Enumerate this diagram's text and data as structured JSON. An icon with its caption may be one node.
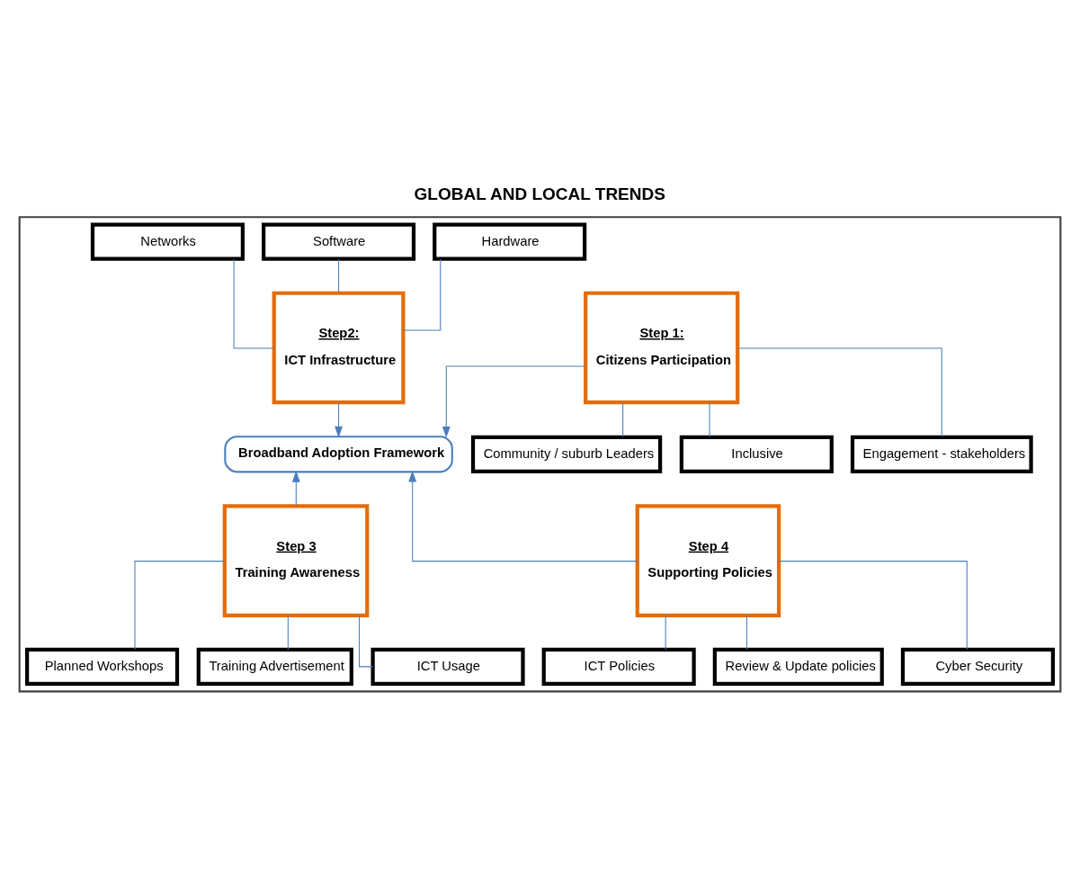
{
  "diagram": {
    "title": "GLOBAL AND LOCAL TRENDS",
    "nodes": [
      {
        "text": [],
        "shape": "box"
      },
      {
        "text": [
          "Step 1:",
          "Citizens Participation"
        ],
        "in": 0
      },
      {
        "text": [
          "Community / suburb Leaders"
        ],
        "in": 0
      },
      {
        "text": [
          "Inclusive"
        ],
        "in": 0
      },
      {
        "text": [
          "Engagement - stakeholders"
        ],
        "in": 0
      },
      {
        "text": [
          "Hardware"
        ],
        "in": 0
      },
      {
        "text": [
          "Software"
        ],
        "in": 0
      },
      {
        "text": [
          "Networks"
        ],
        "in": 0
      },
      {
        "text": [
          "Step2:",
          "ICT Infrastructure"
        ],
        "in": 0
      },
      {
        "text": [
          "Broadband Adoption Framework"
        ],
        "in": 0
      },
      {
        "text": [
          "Step 3",
          "Training Awareness"
        ],
        "in": 0
      },
      {
        "text": [
          "Planned Workshops"
        ],
        "in": 0
      },
      {
        "text": [
          "Training Advertisement"
        ],
        "in": 0
      },
      {
        "text": [
          "ICT Usage"
        ],
        "in": 0
      },
      {
        "text": [
          "ICT Policies"
        ],
        "in": 0
      },
      {
        "text": [
          "Review & Update policies"
        ],
        "in": 0
      },
      {
        "text": [
          "Cyber Security"
        ],
        "in": 0
      },
      {
        "text": [
          "Step 4",
          "Supporting Policies"
        ],
        "in": 0
      }
    ],
    "edges": [
      {
        "from": 1,
        "to": 2,
        "arrow": "none"
      },
      {
        "from": 1,
        "to": 3,
        "arrow": "none"
      },
      {
        "from": 1,
        "to": 4,
        "arrow": "none"
      },
      {
        "from": 5,
        "to": 8,
        "arrow": "none"
      },
      {
        "from": 6,
        "to": 8,
        "arrow": "none"
      },
      {
        "from": 7,
        "to": 8,
        "arrow": "none"
      },
      {
        "from": 1,
        "to": 9,
        "arrow": "to"
      },
      {
        "from": 8,
        "to": 9,
        "arrow": "to"
      },
      {
        "from": 10,
        "to": 9,
        "arrow": "to"
      },
      {
        "from": 17,
        "to": 9,
        "arrow": "to"
      },
      {
        "from": 10,
        "to": 11,
        "arrow": "none"
      },
      {
        "from": 10,
        "to": 12,
        "arrow": "none"
      },
      {
        "from": 10,
        "to": 13,
        "arrow": "none"
      },
      {
        "from": 17,
        "to": 14,
        "arrow": "none"
      },
      {
        "from": 17,
        "to": 15,
        "arrow": "none"
      },
      {
        "from": 17,
        "to": 16,
        "arrow": "none"
      }
    ]
  }
}
